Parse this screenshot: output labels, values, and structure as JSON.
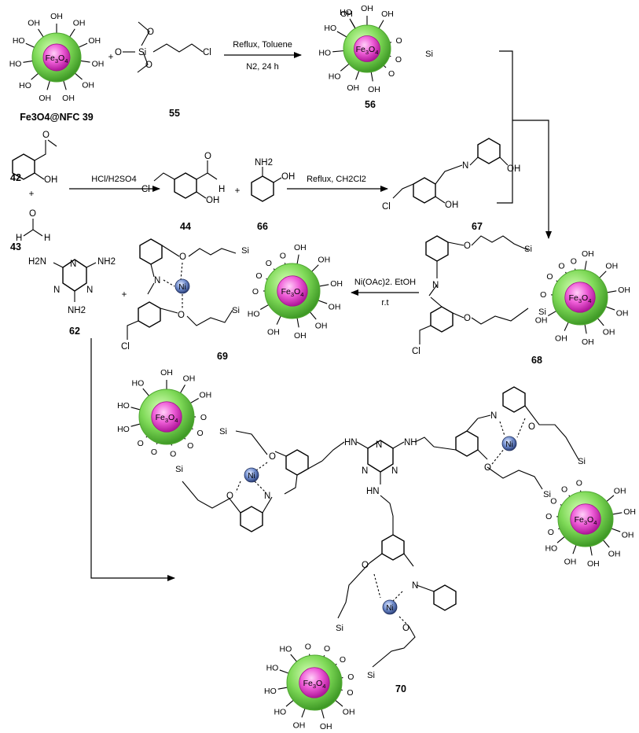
{
  "colors": {
    "shell": "#7ed957",
    "shell_edge": "#4fa830",
    "core": "#e64fd0",
    "core_light": "#ff9cf0",
    "nickel": "#3e5a9e",
    "nickel_light": "#a9bff0"
  },
  "labels": {
    "c39": "Fe3O4@NFC 39",
    "c55": "55",
    "c56": "56",
    "c42": "42",
    "c43": "43",
    "c44": "44",
    "c66": "66",
    "c67": "67",
    "c68": "68",
    "c69": "69",
    "c62": "62",
    "c70": "70"
  },
  "conditions": {
    "step1_top": "Reflux, Toluene",
    "step1_bottom": "N2, 24 h",
    "step2": "HCl/H2SO4",
    "step3": "Reflux, CH2Cl2",
    "step4_top": "Ni(OAc)2. EtOH",
    "step4_bottom": "r.t"
  },
  "atoms": {
    "oh": "OH",
    "ho": "HO",
    "o": "O",
    "si": "Si",
    "cl": "Cl",
    "n": "N",
    "ni": "Ni",
    "h": "H",
    "nh": "NH",
    "hn": "HN",
    "nh2": "NH2",
    "h2n": "H2N",
    "fe3o4": "Fe3O4",
    "plus": "+"
  }
}
